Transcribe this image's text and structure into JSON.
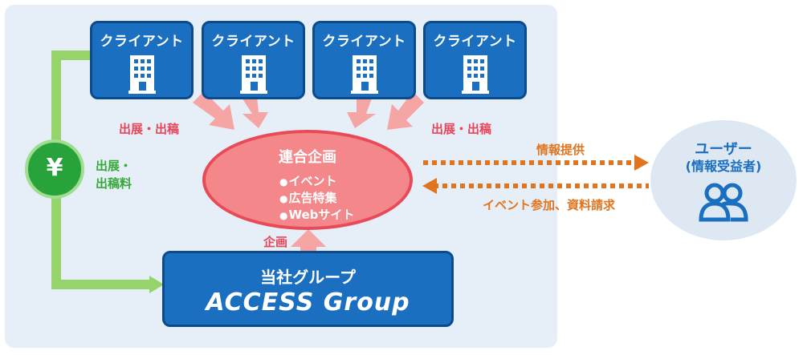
{
  "clients": [
    {
      "label": "クライアント",
      "icon": "building-icon"
    },
    {
      "label": "クライアント",
      "icon": "building-icon"
    },
    {
      "label": "クライアント",
      "icon": "building-icon"
    },
    {
      "label": "クライアント",
      "icon": "building-icon"
    }
  ],
  "labels": {
    "exhibit_left": "出展・出稿",
    "exhibit_right": "出展・出稿",
    "fee_line1": "出展・",
    "fee_line2": "出稿料",
    "plan": "企画",
    "info": "情報提供",
    "request": "イベント参加、資料請求"
  },
  "center": {
    "title": "連合企画",
    "items": [
      "イベント",
      "広告特集",
      "Webサイト"
    ]
  },
  "group": {
    "line1": "当社グループ",
    "line2": "ACCESS Group"
  },
  "yen": "¥",
  "user": {
    "title": "ユーザー",
    "subtitle": "(情報受益者)",
    "icon": "users-icon"
  },
  "colors": {
    "blue": "#1b6fc0",
    "red": "#e94a57",
    "pink_arrow": "#f6a5a5",
    "green": "#37a83a",
    "orange": "#e0741f"
  }
}
